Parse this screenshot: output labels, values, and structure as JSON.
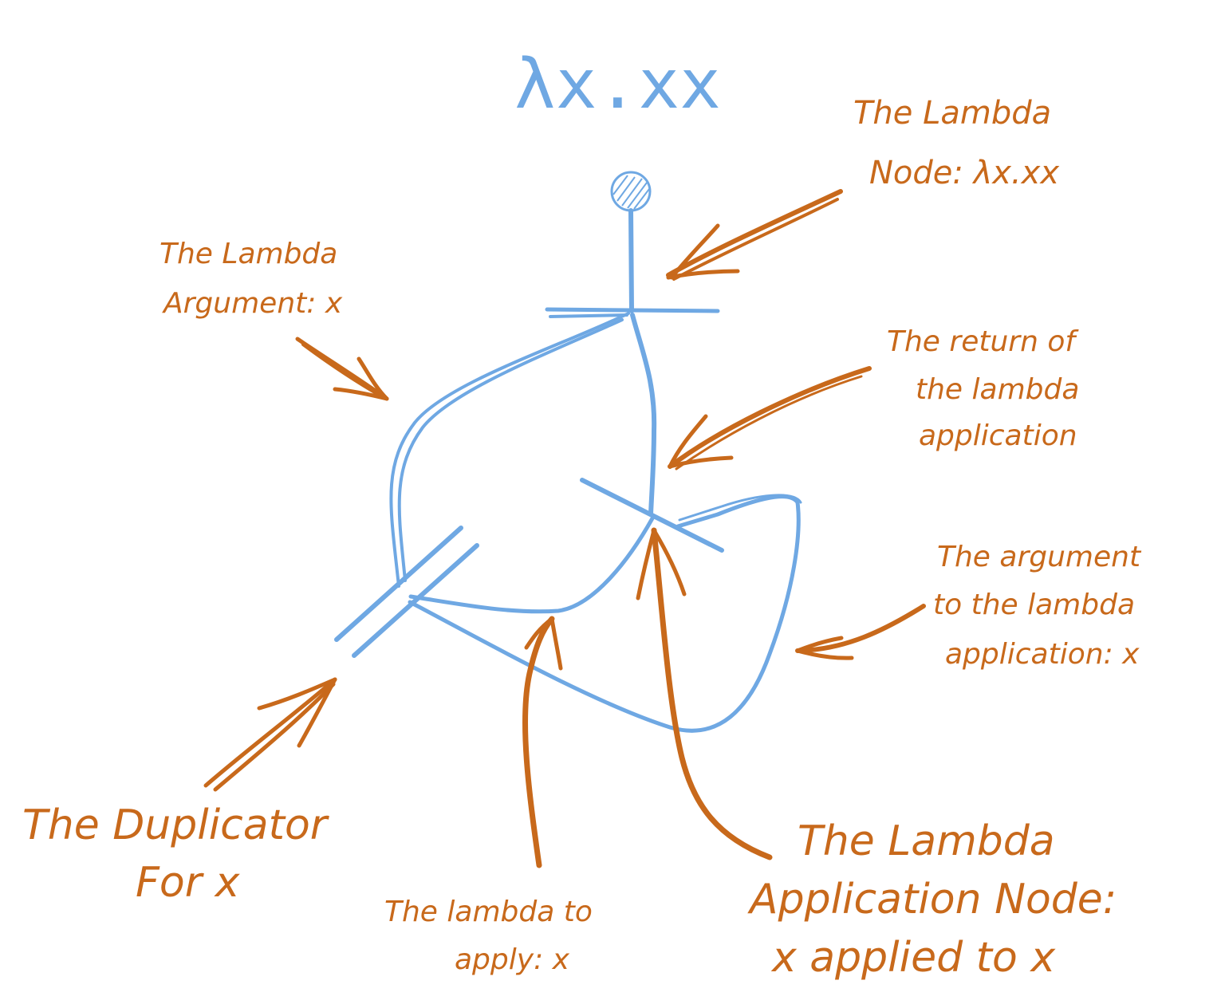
{
  "title": "λx.xx",
  "labels": {
    "lambda_node": [
      "The Lambda",
      "Node: λx.xx"
    ],
    "lambda_argument": [
      "The Lambda",
      "Argument: x"
    ],
    "return_of_application": [
      "The return of",
      "the lambda",
      "application"
    ],
    "argument_to_application": [
      "The argument",
      "to the lambda",
      "application: x"
    ],
    "duplicator": [
      "The Duplicator",
      "For x"
    ],
    "lambda_to_apply": [
      "The lambda to",
      "apply: x"
    ],
    "application_node": [
      "The Lambda",
      "Application Node:",
      "x applied to x"
    ]
  },
  "colors": {
    "graph": "#6fa8e3",
    "annotation": "#c8691b",
    "background": "#ffffff"
  }
}
